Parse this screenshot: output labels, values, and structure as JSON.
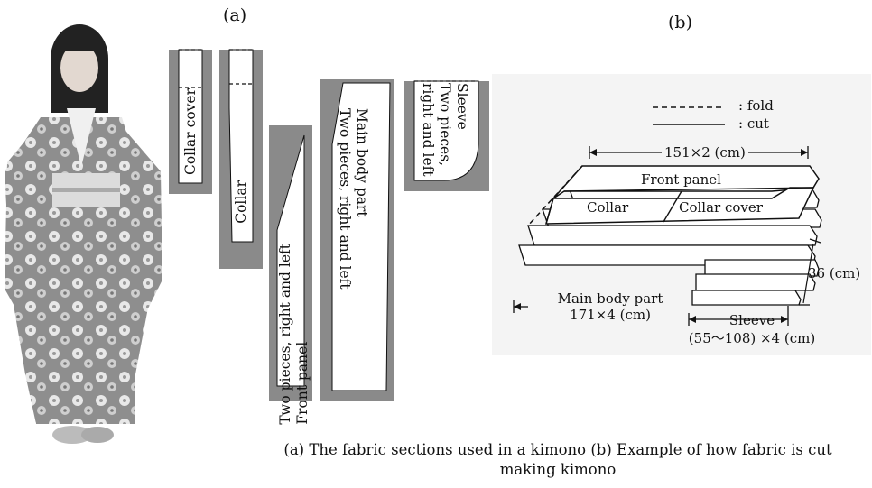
{
  "labels": {
    "a": "(a)",
    "b": "(b)"
  },
  "part_a": {
    "collar_cover": "Collar cover",
    "collar": "Collar",
    "front_panel": [
      "Front panel",
      "Two pieces, right and left"
    ],
    "main_body": [
      "Main body part",
      "Two pieces, right and left"
    ],
    "sleeve": [
      "Sleeve",
      "Two pieces,",
      "right and left"
    ]
  },
  "part_b": {
    "legend_fold": ": fold",
    "legend_cut": ": cut",
    "width": "151×2 (cm)",
    "front_panel": "Front panel",
    "collar": "Collar",
    "collar_cover": "Collar cover",
    "height": "36 (cm)",
    "main_body": [
      "Main body part",
      "171×4 (cm)"
    ],
    "sleeve": [
      "Sleeve",
      "(55～108) ×4 (cm)"
    ]
  },
  "caption": [
    "(a) The fabric sections used in a kimono (b) Example of how fabric is cut",
    "making kimono"
  ],
  "colors": {
    "panel_gray": "#8a8a8a",
    "line": "#111111"
  }
}
